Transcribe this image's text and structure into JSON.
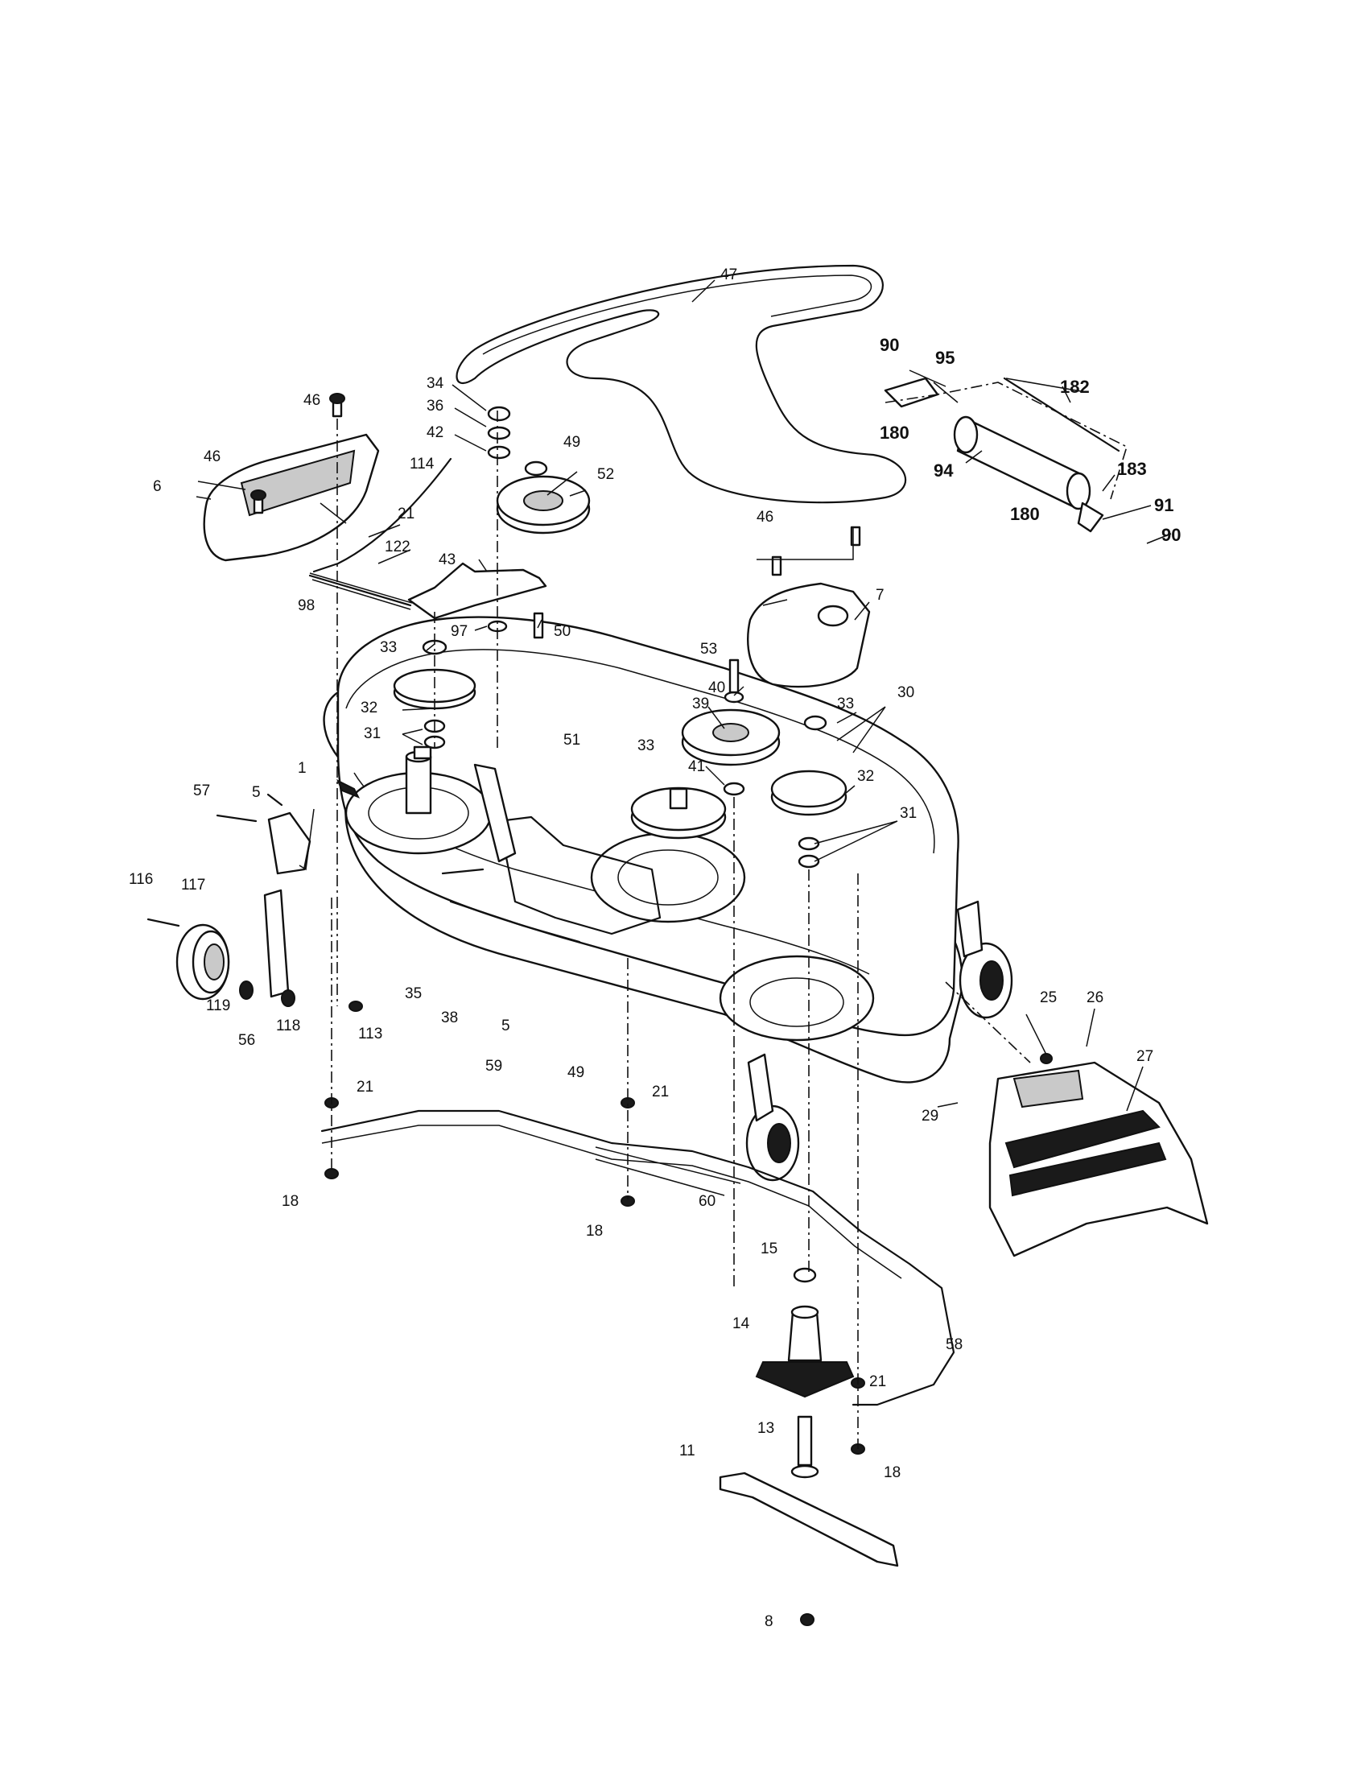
{
  "callouts": [
    {
      "id": "1",
      "text": "1"
    },
    {
      "id": "5a",
      "text": "5"
    },
    {
      "id": "5b",
      "text": "5"
    },
    {
      "id": "6",
      "text": "6"
    },
    {
      "id": "7",
      "text": "7"
    },
    {
      "id": "8",
      "text": "8"
    },
    {
      "id": "11",
      "text": "11"
    },
    {
      "id": "13",
      "text": "13"
    },
    {
      "id": "14",
      "text": "14"
    },
    {
      "id": "15",
      "text": "15"
    },
    {
      "id": "18a",
      "text": "18"
    },
    {
      "id": "18b",
      "text": "18"
    },
    {
      "id": "18c",
      "text": "18"
    },
    {
      "id": "21a",
      "text": "21"
    },
    {
      "id": "21b",
      "text": "21"
    },
    {
      "id": "21c",
      "text": "21"
    },
    {
      "id": "21d",
      "text": "21"
    },
    {
      "id": "25",
      "text": "25"
    },
    {
      "id": "26",
      "text": "26"
    },
    {
      "id": "27",
      "text": "27"
    },
    {
      "id": "29",
      "text": "29"
    },
    {
      "id": "30",
      "text": "30"
    },
    {
      "id": "31a",
      "text": "31"
    },
    {
      "id": "31b",
      "text": "31"
    },
    {
      "id": "32a",
      "text": "32"
    },
    {
      "id": "32b",
      "text": "32"
    },
    {
      "id": "33a",
      "text": "33"
    },
    {
      "id": "33b",
      "text": "33"
    },
    {
      "id": "33c",
      "text": "33"
    },
    {
      "id": "34",
      "text": "34"
    },
    {
      "id": "35",
      "text": "35"
    },
    {
      "id": "36",
      "text": "36"
    },
    {
      "id": "38",
      "text": "38"
    },
    {
      "id": "39",
      "text": "39"
    },
    {
      "id": "40",
      "text": "40"
    },
    {
      "id": "41",
      "text": "41"
    },
    {
      "id": "42",
      "text": "42"
    },
    {
      "id": "43",
      "text": "43"
    },
    {
      "id": "46a",
      "text": "46"
    },
    {
      "id": "46b",
      "text": "46"
    },
    {
      "id": "46c",
      "text": "46"
    },
    {
      "id": "47",
      "text": "47"
    },
    {
      "id": "49a",
      "text": "49"
    },
    {
      "id": "49b",
      "text": "49"
    },
    {
      "id": "50",
      "text": "50"
    },
    {
      "id": "51",
      "text": "51"
    },
    {
      "id": "52",
      "text": "52"
    },
    {
      "id": "53",
      "text": "53"
    },
    {
      "id": "56",
      "text": "56"
    },
    {
      "id": "57",
      "text": "57"
    },
    {
      "id": "58",
      "text": "58"
    },
    {
      "id": "59",
      "text": "59"
    },
    {
      "id": "60",
      "text": "60"
    },
    {
      "id": "90a",
      "text": "90"
    },
    {
      "id": "90b",
      "text": "90"
    },
    {
      "id": "91",
      "text": "91"
    },
    {
      "id": "94",
      "text": "94"
    },
    {
      "id": "95",
      "text": "95"
    },
    {
      "id": "97",
      "text": "97"
    },
    {
      "id": "98",
      "text": "98"
    },
    {
      "id": "113",
      "text": "113"
    },
    {
      "id": "114",
      "text": "114"
    },
    {
      "id": "116",
      "text": "116"
    },
    {
      "id": "117",
      "text": "117"
    },
    {
      "id": "118",
      "text": "118"
    },
    {
      "id": "119",
      "text": "119"
    },
    {
      "id": "122",
      "text": "122"
    },
    {
      "id": "180a",
      "text": "180"
    },
    {
      "id": "180b",
      "text": "180"
    },
    {
      "id": "182",
      "text": "182"
    },
    {
      "id": "183",
      "text": "183"
    }
  ]
}
